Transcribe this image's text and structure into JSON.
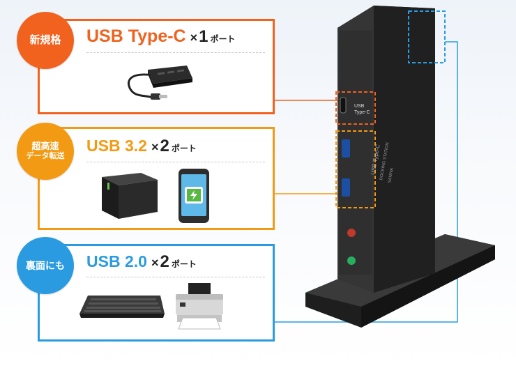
{
  "sections": [
    {
      "badge": [
        "新規格"
      ],
      "title": "USB Type-C",
      "times": "×",
      "count": "1",
      "unit": "ポート",
      "color": "#f0621e"
    },
    {
      "badge": [
        "超高速",
        "データ転送"
      ],
      "title": "USB 3.2",
      "times": "×",
      "count": "2",
      "unit": "ポート",
      "color": "#f39a14"
    },
    {
      "badge": [
        "裏面にも"
      ],
      "title": "USB 2.0",
      "times": "×",
      "count": "2",
      "unit": "ポート",
      "color": "#2a9be0"
    }
  ],
  "dock": {
    "port_label_line1": "USB",
    "port_label_line2": "Type-C",
    "side_text_1": "USB Type-C",
    "side_text_2": "DOCKING STATION",
    "side_brand": "SANWA"
  },
  "icons": [
    "usb-hub-icon",
    "external-hdd-icon",
    "smartphone-charging-icon",
    "keyboard-icon",
    "printer-icon"
  ]
}
